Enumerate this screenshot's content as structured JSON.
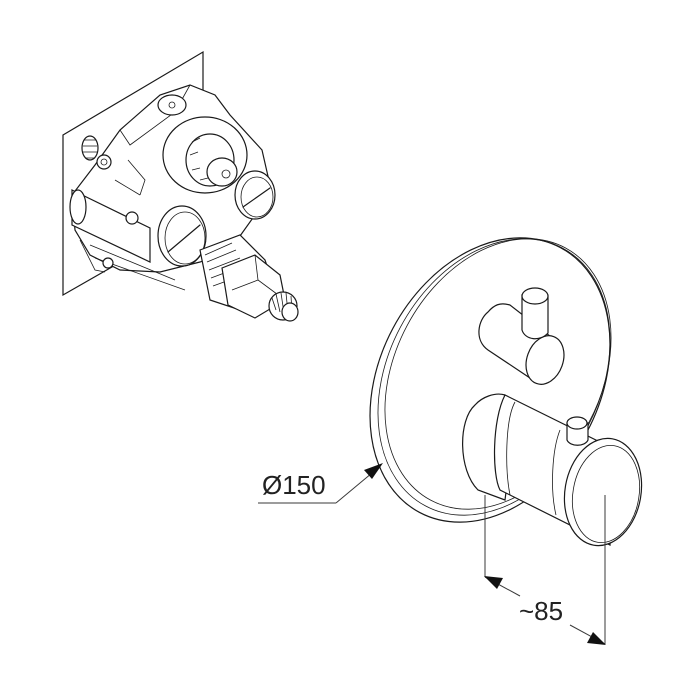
{
  "diagram": {
    "title": "Concealed thermostatic mixer with diverter - dimension drawing",
    "components": [
      {
        "id": "rough-in-body",
        "description": "concealed valve body on mounting plate"
      },
      {
        "id": "trim-set",
        "description": "round escutcheon with diverter handle and thermostat knob"
      }
    ],
    "dimensions": {
      "diameter": {
        "label": "Ø150",
        "value": 150,
        "unit": "mm",
        "type": "diameter"
      },
      "projection": {
        "label": "~85",
        "value": 85,
        "unit": "mm",
        "type": "approximate length"
      }
    },
    "colors": {
      "line": "#1a1a1a",
      "background": "#ffffff"
    }
  }
}
